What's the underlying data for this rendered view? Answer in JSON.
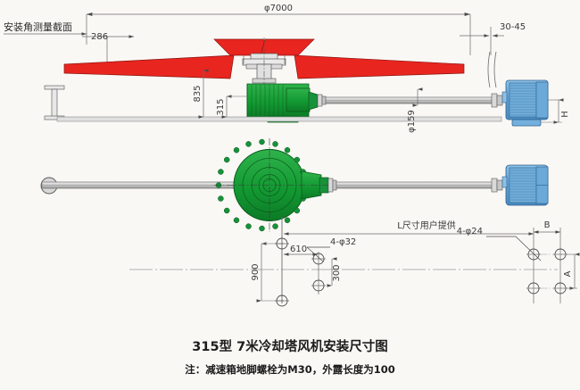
{
  "drawing": {
    "background_color": "#faf8f5",
    "line_color": "#6b6b6b",
    "dark_line_color": "#3a3a3a",
    "blade_color": "#e8251f",
    "gearbox_color": "#1f9c3a",
    "motor_color": "#5d9fd4"
  },
  "elevation": {
    "overall_diameter": "φ7000",
    "blade_root_width": "286",
    "section_label": "安装角测量截面",
    "height_to_blade": "835",
    "height_to_shaft": "315",
    "shaft_diameter": "φ159",
    "tip_clearance": "30-45",
    "motor_height_label": "H"
  },
  "plan": {
    "user_dim_note": "L尺寸用户提供",
    "gearbox_bolt_spec": "4-φ32",
    "motor_bolt_spec": "4-φ24",
    "span_900": "900",
    "offset_610": "610",
    "spacing_300": "300",
    "dim_A": "A",
    "dim_B": "B"
  },
  "caption": {
    "title": "315型  7米冷却塔风机安装尺寸图",
    "note": "注：减速箱地脚螺栓为M30，外露长度为100"
  }
}
